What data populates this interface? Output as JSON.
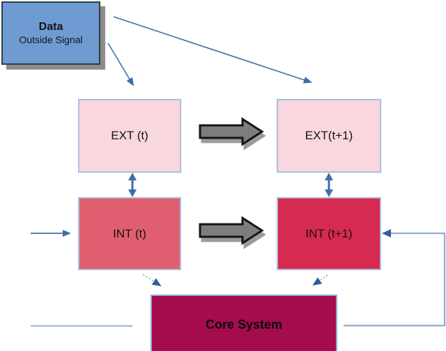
{
  "figure": {
    "title_box": {
      "title": "Data",
      "subtitle": "Outside Signal"
    },
    "nodes": {
      "ext_t": {
        "label": "EXT (t)"
      },
      "ext_t1": {
        "label": "EXT(t+1)"
      },
      "int_t": {
        "label": "INT (t)"
      },
      "int_t1": {
        "label": "INT (t+1)"
      },
      "core": {
        "label": "Core System"
      }
    },
    "connections": [
      {
        "from": "data-box",
        "to": "ext_t",
        "style": "thin-blue-arrow"
      },
      {
        "from": "data-box",
        "to": "ext_t1",
        "style": "thin-blue-arrow"
      },
      {
        "from": "ext_t",
        "to": "ext_t1",
        "style": "thick-gray-arrow"
      },
      {
        "from": "int_t",
        "to": "int_t1",
        "style": "thick-gray-arrow"
      },
      {
        "from": "ext_t",
        "to": "int_t",
        "style": "double-headed-blue"
      },
      {
        "from": "ext_t1",
        "to": "int_t1",
        "style": "double-headed-blue"
      },
      {
        "from": "left-edge",
        "to": "int_t",
        "style": "thin-blue-arrow"
      },
      {
        "from": "right-edge-elbow",
        "to": "int_t1",
        "style": "light-blue-elbow-arrow"
      },
      {
        "from": "int_t",
        "to": "core",
        "style": "dashed-blue-arrow"
      },
      {
        "from": "int_t1",
        "to": "core",
        "style": "dashed-blue-arrow"
      },
      {
        "from": "left-edge",
        "to": "core-level",
        "style": "plain-light-line"
      }
    ],
    "colors": {
      "data_box_fill": "#6f9bd3",
      "data_box_border": "#333a45",
      "data_box_shadow": "#8c8c8c",
      "ext_fill": "#f8d7de",
      "int_t_fill": "#df5f70",
      "int_t1_fill": "#d72a50",
      "core_fill": "#a40c4e",
      "state_border": "#aebfdd",
      "arrow_blue": "#3f6cad",
      "connector_light_blue": "#8fa9cf",
      "dashed_arrowhead_blue": "#2f5d9e",
      "thick_arrow_fill": "#7d7d7d",
      "thick_arrow_outline": "#141414",
      "thick_arrow_shadow": "#9b9b9b",
      "text_color": "#141414"
    }
  }
}
